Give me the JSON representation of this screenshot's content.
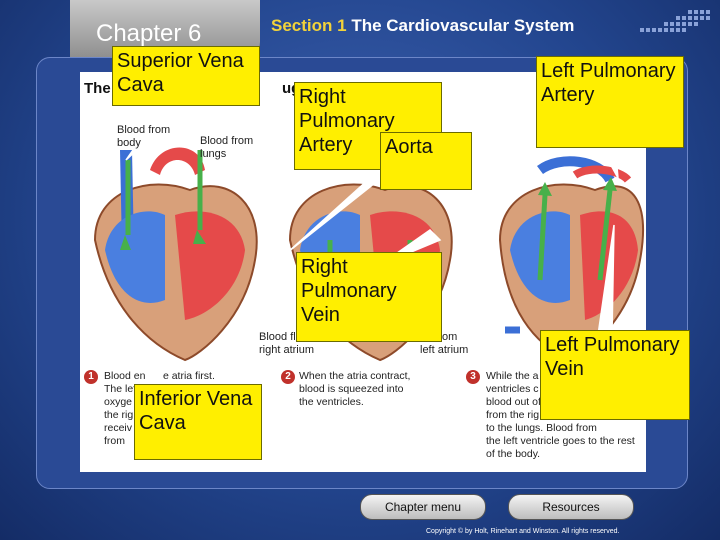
{
  "header": {
    "chapter_title": "Chapter 6",
    "section_number": "Section 1",
    "section_title": "The Cardiovascular System"
  },
  "figure": {
    "title_visible": "The",
    "title_fragment": "ugh",
    "label_from_body": "Blood from\nbody",
    "label_from_lungs": "Blood from\nlungs",
    "label_right_atrium": "Blood fl\nright atrium",
    "label_left_atrium": "od from\nleft atrium",
    "steps": [
      {
        "num": "1",
        "text": "Blood en      e atria first.\nThe left\noxyge\nthe rig\nreceiv\nfrom"
      },
      {
        "num": "2",
        "text": "When the atria contract,\nblood is squeezed into\nthe ventricles."
      },
      {
        "num": "3",
        "text": "While the a\nventricles c\nblood out of\nfrom the rig\nto the lungs. Blood from\nthe left ventricle goes to the rest\nof the body."
      }
    ]
  },
  "callouts": {
    "superior_vena_cava": "Superior Vena Cava",
    "right_pulmonary_artery": "Right Pulmonary Artery",
    "aorta": "Aorta",
    "left_pulmonary_artery": "Left Pulmonary Artery",
    "right_pulmonary_vein": "Right Pulmonary Vein",
    "inferior_vena_cava": "Inferior Vena Cava",
    "left_pulmonary_vein": "Left Pulmonary Vein"
  },
  "nav": {
    "chapter_menu": "Chapter menu",
    "resources": "Resources"
  },
  "copyright": "Copyright © by Holt, Rinehart and Winston. All rights reserved.",
  "colors": {
    "background": "#23468f",
    "callout": "#ffef00",
    "step_number": "#c0312b",
    "accent_yellow": "#f2d23a"
  }
}
